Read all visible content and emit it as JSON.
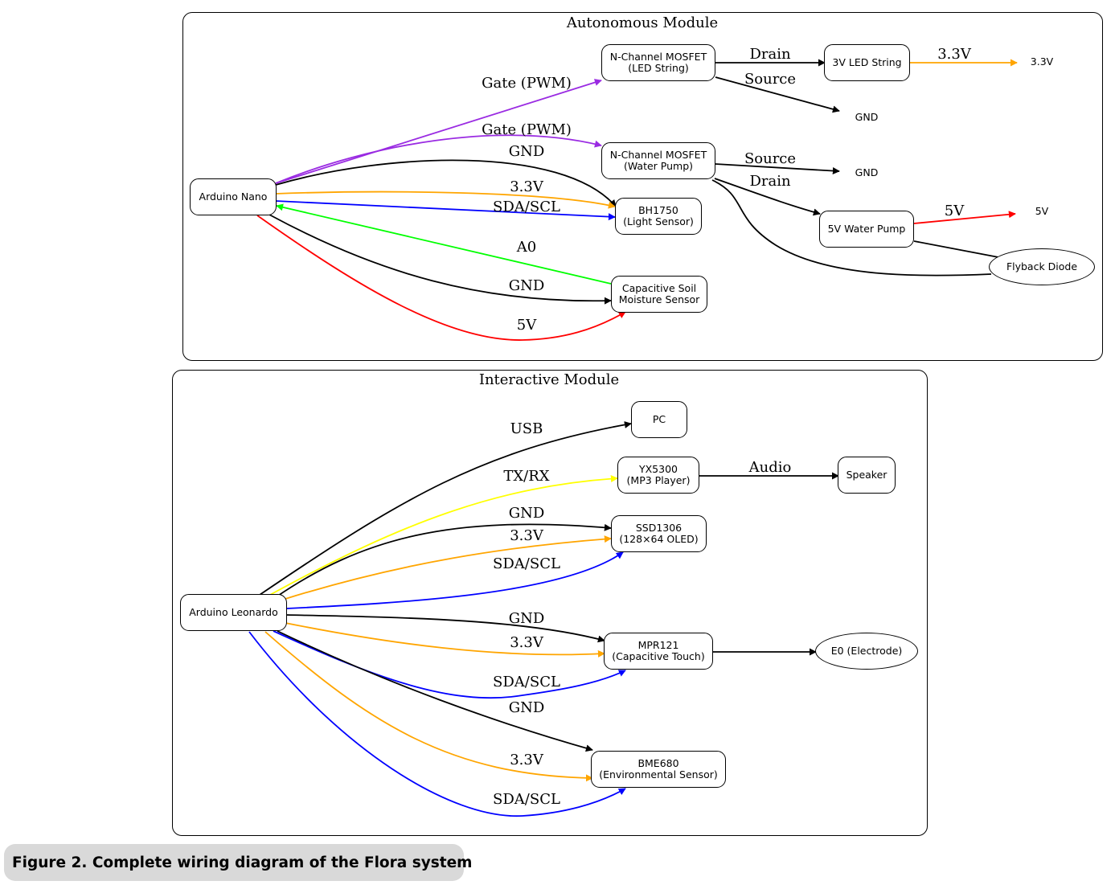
{
  "colors": {
    "black": "#000000",
    "purple": "#9a2be2",
    "orange": "#ffa500",
    "blue": "#0000ff",
    "green": "#00ff00",
    "red": "#ff0000",
    "yellow": "#ffff00",
    "caption_bg": "#d9d9d9"
  },
  "clusters": {
    "autonomous": {
      "title": "Autonomous Module"
    },
    "interactive": {
      "title": "Interactive Module"
    }
  },
  "nodes": {
    "nano": "Arduino Nano",
    "mosfet_led": "N-Channel MOSFET\n(LED String)",
    "led_string": "3V LED String",
    "v33_auto": "3.3V",
    "gnd_led": "GND",
    "mosfet_pump": "N-Channel MOSFET\n(Water Pump)",
    "gnd_pump": "GND",
    "pump": "5V Water Pump",
    "v5_auto": "5V",
    "diode": "Flyback Diode",
    "bh1750": "BH1750\n(Light Sensor)",
    "soil": "Capacitive Soil\nMoisture Sensor",
    "leonardo": "Arduino Leonardo",
    "pc": "PC",
    "yx5300": "YX5300\n(MP3 Player)",
    "speaker": "Speaker",
    "ssd1306": "SSD1306\n(128×64 OLED)",
    "mpr121": "MPR121\n(Capacitive Touch)",
    "electrode": "E0 (Electrode)",
    "bme680": "BME680\n(Environmental Sensor)"
  },
  "edge_labels": {
    "gate1": "Gate (PWM)",
    "gate2": "Gate (PWM)",
    "nano_bh_gnd": "GND",
    "nano_bh_33": "3.3V",
    "nano_bh_sda": "SDA/SCL",
    "soil_a0": "A0",
    "nano_soil_gnd": "GND",
    "nano_soil_5v": "5V",
    "led_drain": "Drain",
    "led_source": "Source",
    "led_33": "3.3V",
    "pump_source": "Source",
    "pump_drain": "Drain",
    "pump_5v": "5V",
    "usb": "USB",
    "txrx": "TX/RX",
    "audio": "Audio",
    "ssd_gnd": "GND",
    "ssd_33": "3.3V",
    "ssd_sda": "SDA/SCL",
    "mpr_gnd": "GND",
    "mpr_33": "3.3V",
    "mpr_sda": "SDA/SCL",
    "bme_gnd": "GND",
    "bme_33": "3.3V",
    "bme_sda": "SDA/SCL"
  },
  "caption": "Figure 2. Complete wiring diagram of the Flora system"
}
